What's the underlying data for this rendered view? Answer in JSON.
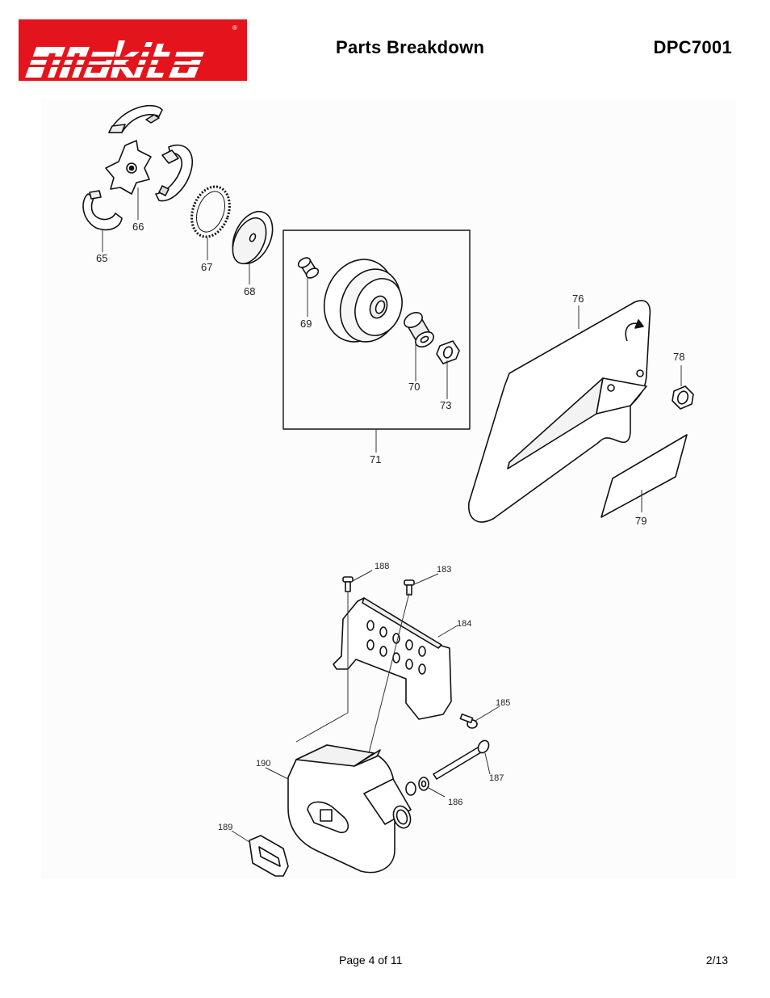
{
  "header": {
    "brand": "makita",
    "brand_color": "#e3141c",
    "title": "Parts Breakdown",
    "model": "DPC7001"
  },
  "diagram": {
    "callouts": [
      "65",
      "66",
      "67",
      "68",
      "69",
      "70",
      "71",
      "73",
      "76",
      "78",
      "79",
      "188",
      "183",
      "184",
      "185",
      "190",
      "187",
      "186",
      "189"
    ]
  },
  "footer": {
    "page": "Page 4 of 11",
    "date": "2/13"
  }
}
